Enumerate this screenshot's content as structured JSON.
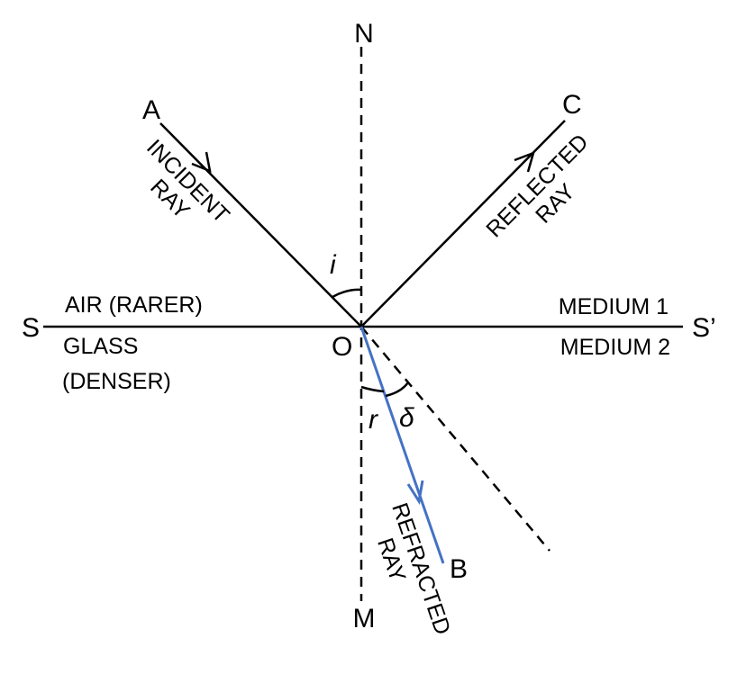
{
  "colors": {
    "line": "#000000",
    "refracted_ray": "#4472c4",
    "background": "#ffffff"
  },
  "points": {
    "N": "N",
    "M": "M",
    "S": "S",
    "S_prime": "S’",
    "O": "O",
    "A": "A",
    "B": "B",
    "C": "C"
  },
  "angles": {
    "incidence": "i",
    "refraction": "r",
    "deviation": "δ"
  },
  "media": {
    "upper_left": "AIR (RARER)",
    "lower_left_line1": "GLASS",
    "lower_left_line2": "(DENSER)",
    "upper_right": "MEDIUM 1",
    "lower_right": "MEDIUM 2"
  },
  "rays": {
    "incident_line1": "INCIDENT",
    "incident_line2": "RAY",
    "reflected_line1": "REFLECTED",
    "reflected_line2": "RAY",
    "refracted_line1": "REFRACTED",
    "refracted_line2": "RAY"
  }
}
